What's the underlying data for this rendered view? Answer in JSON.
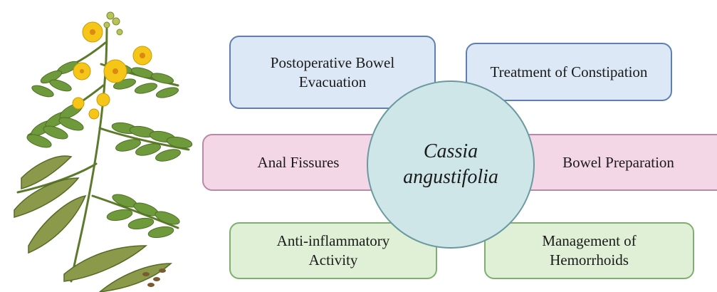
{
  "center": {
    "line1": "Cassia",
    "line2": "angustifolia"
  },
  "uses": {
    "postoperative": {
      "line1": "Postoperative Bowel",
      "line2": "Evacuation"
    },
    "constipation": {
      "label": "Treatment of Constipation"
    },
    "anal_fissures": {
      "label": "Anal Fissures"
    },
    "bowel_prep": {
      "label": "Bowel Preparation"
    },
    "anti_inflammatory": {
      "line1": "Anti-inflammatory",
      "line2": "Activity"
    },
    "hemorrhoids": {
      "line1": "Management of",
      "line2": "Hemorrhoids"
    }
  },
  "colors": {
    "blue_fill": "#dde8f6",
    "pink_fill": "#f3d7e7",
    "green_fill": "#dff0d6",
    "center_fill": "#cfe6e8",
    "flower": "#f5c518",
    "leaf": "#6f9a3c",
    "pod": "#8a9a4a"
  }
}
